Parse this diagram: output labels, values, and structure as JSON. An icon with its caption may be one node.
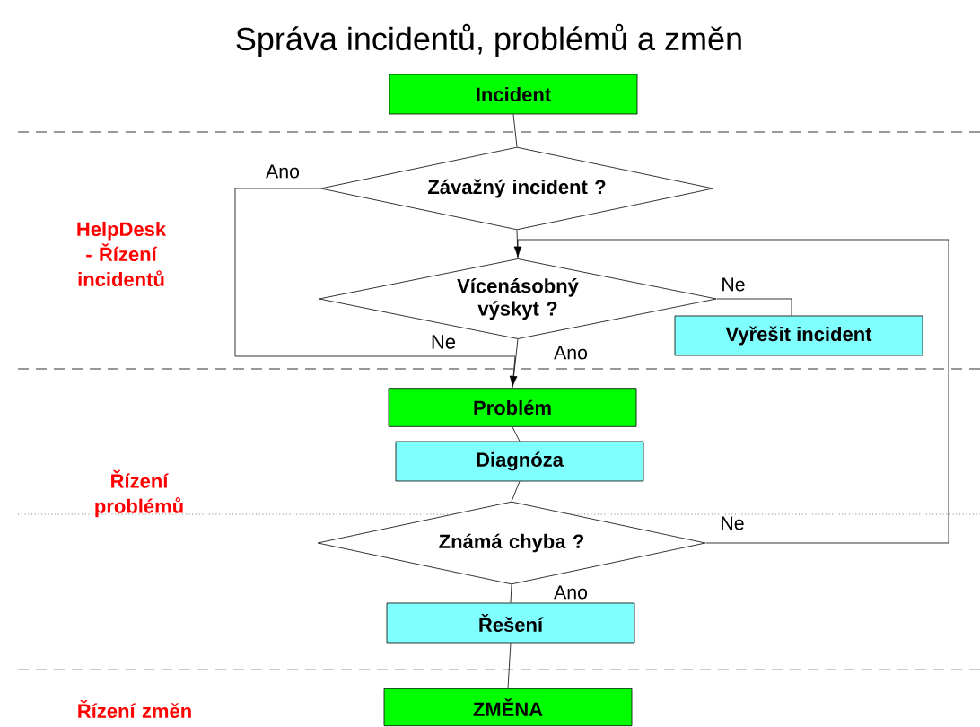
{
  "diagram": {
    "title": "Správa incidentů, problémů a změn",
    "nodes": [
      {
        "text": [
          "Incident"
        ]
      },
      {
        "text": [
          "Závažný incident ?"
        ]
      },
      {
        "text": [
          "Vícenásobný výskyt ?"
        ]
      },
      {
        "text": [
          "Vyřešit incident"
        ]
      },
      {
        "text": [
          "Problém"
        ]
      },
      {
        "text": [
          "Diagnóza"
        ]
      },
      {
        "text": [
          "Známá chyba ?"
        ]
      },
      {
        "text": [
          "Řešení"
        ]
      },
      {
        "text": [
          "ZMĚNA"
        ]
      }
    ],
    "edges": [
      {
        "from": 0,
        "to": 1,
        "arrow": "none"
      },
      {
        "from": 1,
        "to": 2,
        "arrow": "none"
      },
      {
        "from": 1,
        "to": 4,
        "arrow": "to",
        "label": "Ano"
      },
      {
        "from": 2,
        "to": 3,
        "arrow": "none",
        "label": "Ne"
      },
      {
        "from": 2,
        "to": 4,
        "arrow": "none",
        "label": "Ano"
      },
      {
        "from": 4,
        "to": 5,
        "arrow": "none"
      },
      {
        "from": 5,
        "to": 6,
        "arrow": "none"
      },
      {
        "from": 6,
        "to": 2,
        "arrow": "to",
        "label": "Ne"
      },
      {
        "from": 6,
        "to": 7,
        "arrow": "none",
        "label": "Ano"
      },
      {
        "from": 7,
        "to": 8,
        "arrow": "none"
      }
    ],
    "labels": [
      "HelpDesk - Řízení incidentů",
      "Ne",
      "Řízení problémů",
      "Řízení změn"
    ]
  }
}
